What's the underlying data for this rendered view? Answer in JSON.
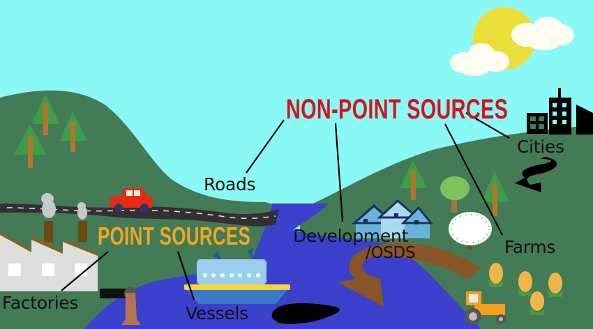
{
  "diagram": {
    "topic": "Water pollution sources",
    "headings": {
      "non_point": "NON-POINT SOURCES",
      "point": "POINT SOURCES"
    },
    "labels": {
      "roads": "Roads",
      "development_line1": "Development",
      "development_line2": "/OSDS",
      "cities": "Cities",
      "farms": "Farms",
      "factories": "Factories",
      "vessels": "Vessels"
    },
    "groups": {
      "non_point_sources": [
        "Roads",
        "Development/OSDS",
        "Cities",
        "Farms"
      ],
      "point_sources": [
        "Factories",
        "Vessels"
      ]
    },
    "colors": {
      "sky": "#8af9f6",
      "hills": "#437b57",
      "water": "#3b41cc",
      "road": "#353035",
      "non_point_heading": "#d5121f",
      "point_heading": "#f0a623",
      "sun": "#eadf3a",
      "runoff": "#8a5527"
    },
    "illustrations": [
      "sun",
      "clouds",
      "pine-trees",
      "car",
      "road",
      "factory",
      "smoke",
      "pipe",
      "ship",
      "oil-spill",
      "houses",
      "runoff-arrow",
      "city-buildings",
      "black-arrow",
      "deciduous-tree",
      "flowering-tree",
      "corn",
      "tractor"
    ]
  }
}
